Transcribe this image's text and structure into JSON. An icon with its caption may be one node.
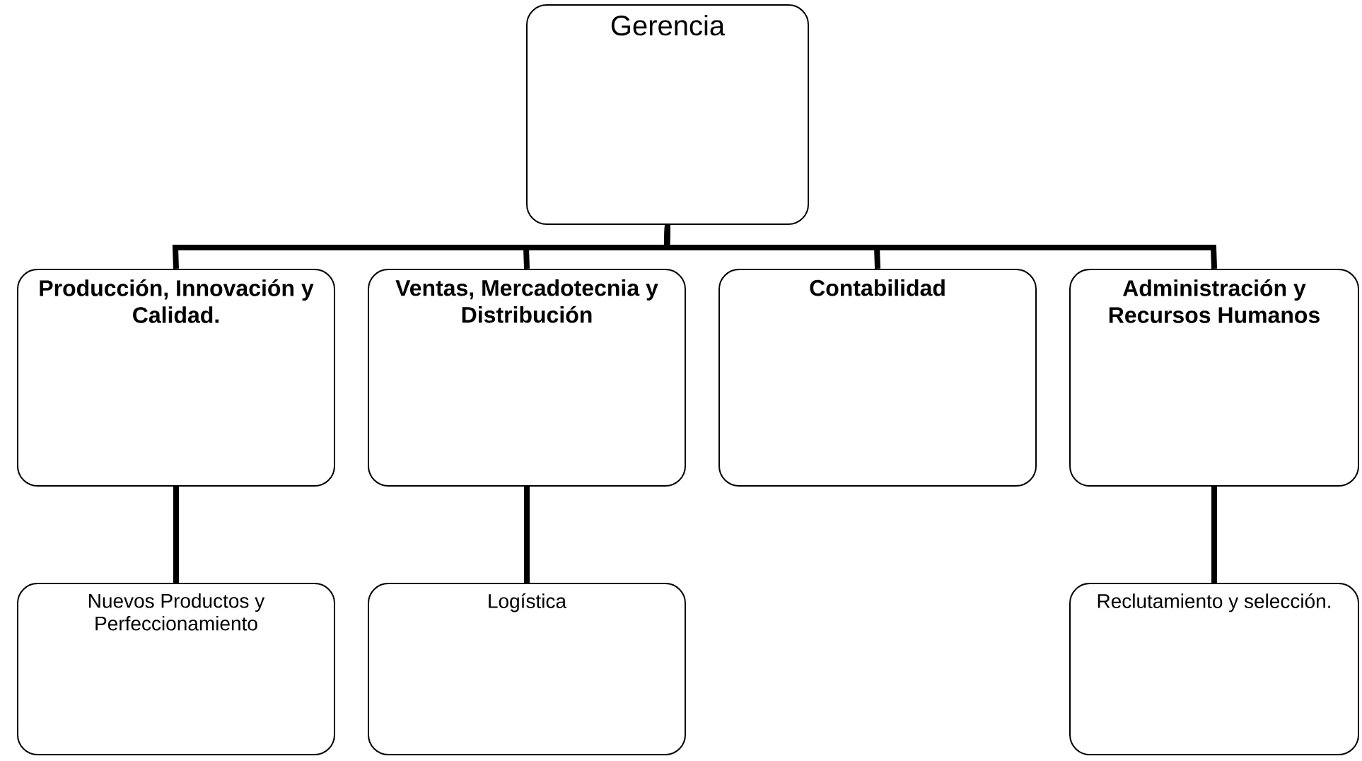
{
  "diagram": {
    "nodes": [
      {
        "text": [
          "Gerencia"
        ]
      },
      {
        "text": [
          "Producción, Innovación y Calidad."
        ]
      },
      {
        "text": [
          "Ventas, Mercadotecnia y Distribución"
        ]
      },
      {
        "text": [
          "Contabilidad"
        ]
      },
      {
        "text": [
          "Administración y Recursos Humanos"
        ]
      },
      {
        "text": [
          "Nuevos Productos y Perfeccionamiento"
        ]
      },
      {
        "text": [
          "Logística"
        ]
      },
      {
        "text": [
          "Reclutamiento y selección."
        ]
      }
    ],
    "edges": [
      {
        "from": 0,
        "to": 1,
        "arrow": "none"
      },
      {
        "from": 0,
        "to": 2,
        "arrow": "none"
      },
      {
        "from": 0,
        "to": 3,
        "arrow": "none"
      },
      {
        "from": 0,
        "to": 4,
        "arrow": "none"
      },
      {
        "from": 1,
        "to": 5,
        "arrow": "none"
      },
      {
        "from": 2,
        "to": 6,
        "arrow": "none"
      },
      {
        "from": 4,
        "to": 7,
        "arrow": "none"
      }
    ]
  }
}
